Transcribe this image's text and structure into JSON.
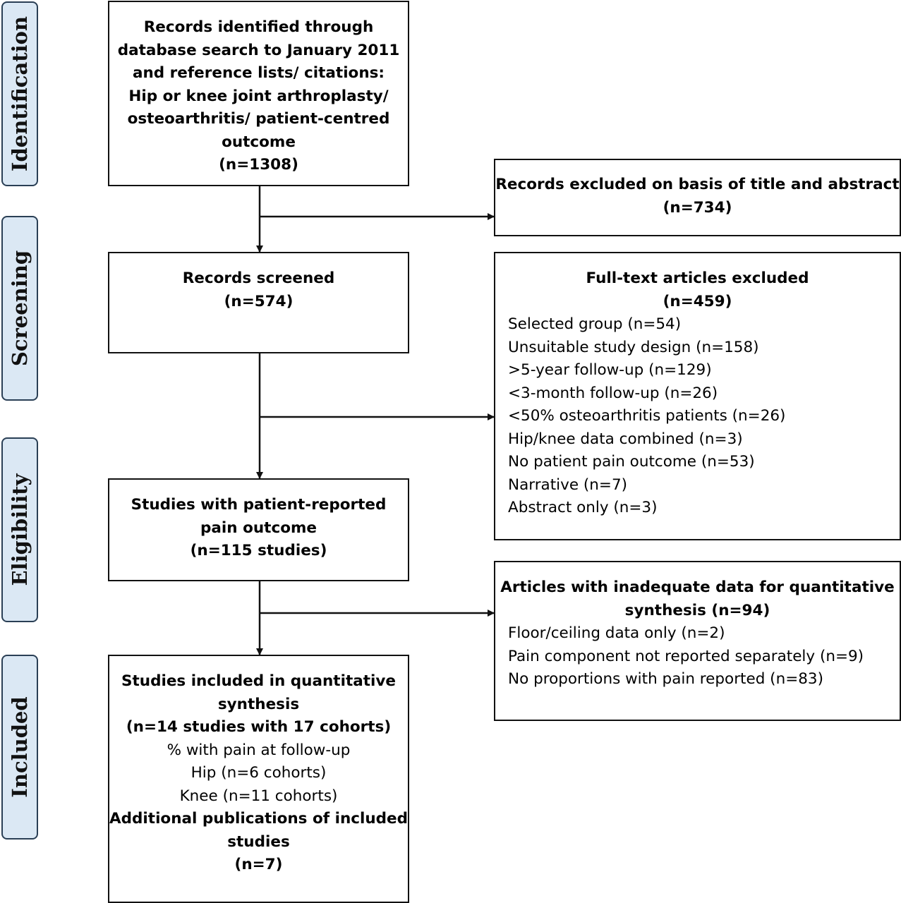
{
  "stages": [
    "Identification",
    "Screening",
    "Eligibility",
    "Included"
  ],
  "boxes": {
    "identified": {
      "lines": [
        "Records identified through",
        "database search to January 2011",
        "and reference lists/ citations:",
        "Hip or knee joint arthroplasty/",
        "osteoarthritis/ patient-centred",
        "outcome",
        "(n=1308)"
      ]
    },
    "excluded_title": {
      "lines": [
        "Records excluded on basis of title and abstract",
        "(n=734)"
      ]
    },
    "screened": {
      "lines": [
        "Records screened",
        "(n=574)"
      ]
    },
    "fulltext_excluded": {
      "heading": [
        "Full-text articles excluded",
        "(n=459)"
      ],
      "items": [
        "Selected group (n=54)",
        "Unsuitable study design (n=158)",
        ">5-year follow-up (n=129)",
        "<3-month follow-up (n=26)",
        "<50% osteoarthritis patients (n=26)",
        "Hip/knee data combined (n=3)",
        "No patient pain outcome (n=53)",
        "Narrative (n=7)",
        "Abstract only (n=3)"
      ]
    },
    "eligible": {
      "lines": [
        "Studies with patient-reported",
        "pain outcome",
        "(n=115 studies)"
      ]
    },
    "inadequate": {
      "heading": [
        "Articles with inadequate data for quantitative",
        "synthesis (n=94)"
      ],
      "items": [
        "Floor/ceiling data only (n=2)",
        "Pain component not reported separately (n=9)",
        "No proportions with pain reported (n=83)"
      ]
    },
    "included": {
      "lines_bold_1": [
        "Studies included in quantitative",
        "synthesis",
        "(n=14 studies with 17 cohorts)"
      ],
      "lines_normal": [
        "% with pain at follow-up",
        "Hip (n=6 cohorts)",
        "Knee (n=11 cohorts)"
      ],
      "lines_bold_2": [
        "Additional publications of included",
        "studies",
        "(n=7)"
      ]
    }
  }
}
